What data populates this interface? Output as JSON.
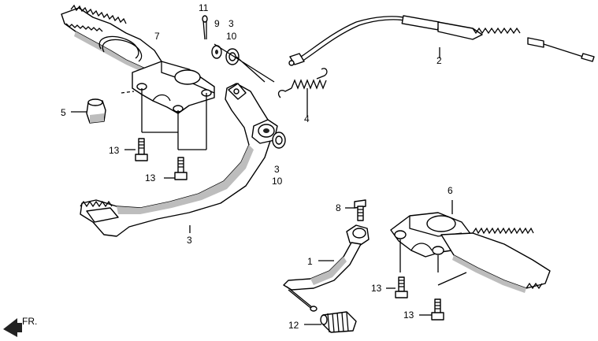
{
  "diagram": {
    "labels": {
      "p1": "1",
      "p2": "2",
      "p3_pedal": "3",
      "p3_upper": "3",
      "p10_upper": "10",
      "p3_lower": "3",
      "p10_lower": "10",
      "p4": "4",
      "p5": "5",
      "p6": "6",
      "p7": "7",
      "p8": "8",
      "p9": "9",
      "p11": "11",
      "p12": "12",
      "p13_a": "13",
      "p13_b": "13",
      "p13_c": "13",
      "p13_d": "13"
    },
    "front_marker": "FR."
  }
}
